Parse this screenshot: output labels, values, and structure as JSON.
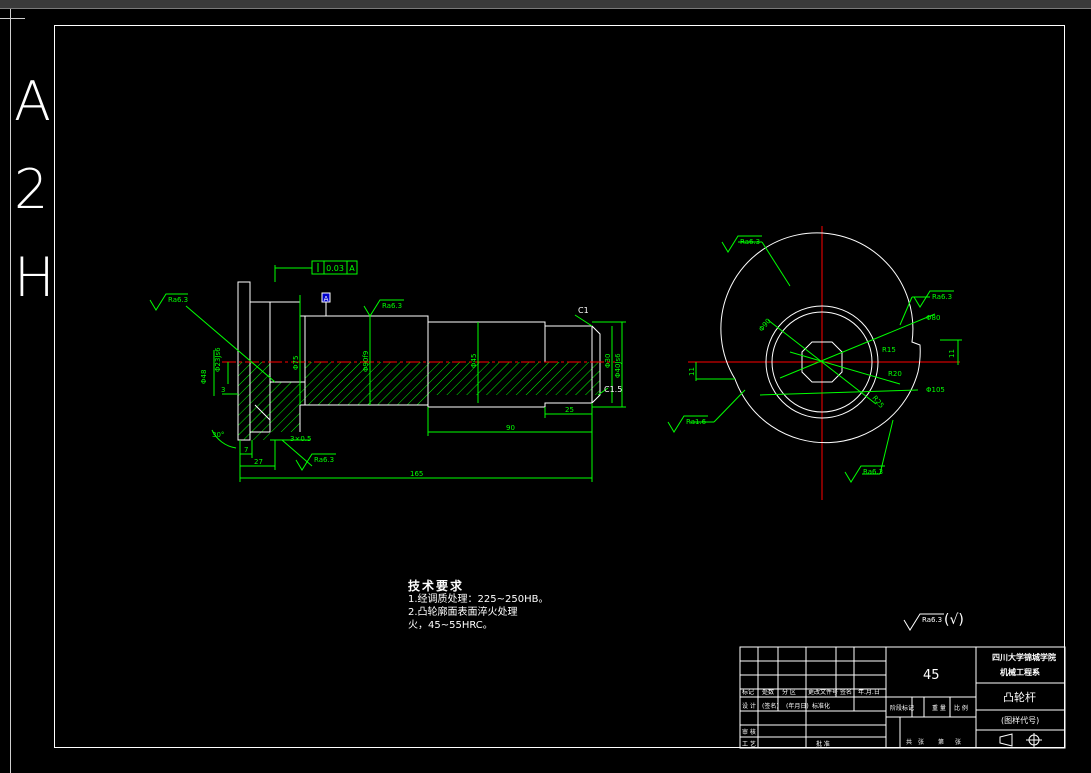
{
  "sheet": {
    "size_label": [
      "A",
      "2",
      "H"
    ]
  },
  "dims": {
    "left": {
      "tol_value": "0.03",
      "tol_datum": "A",
      "datum_label": "A",
      "chamfer_top": "C1",
      "chamfer_right": "C1.5",
      "ra_a": "Ra6.3",
      "ra_b": "Ra6.3",
      "ra_c": "Ra6.3",
      "d_left_small": "Φ23Js6",
      "d_left_2": "Φ48",
      "d_mid1": "Φ75",
      "d_mid2": "Φ90f9",
      "d_mid3": "Φ45",
      "d_right1": "Φ30",
      "d_right2": "Φ40Js6",
      "len_3": "3",
      "len_7": "7",
      "len_27": "27",
      "len_25": "25",
      "len_90": "90",
      "len_165": "165",
      "groove": "3×0.5",
      "angle": "30°"
    },
    "right": {
      "ra_top": "Ra6.3",
      "ra_right": "Ra6.3",
      "ra_left": "Ra1.6",
      "ra_bottom": "Ra6.3",
      "d_80": "Φ80",
      "d_90": "Φ90",
      "d_105": "Φ105",
      "r_15": "R15",
      "r_20": "R20",
      "r_25": "R25",
      "dim_11": "11",
      "dim_11b": "11"
    }
  },
  "general_ra": "Ra6.3",
  "general_ra_suffix": "(√)",
  "tech": {
    "title": "技术要求",
    "line1": "1.经调质处理：225~250HB。",
    "line2": "2.凸轮廓面表面淬火处理",
    "line3": "火，45~55HRC。"
  },
  "title_block": {
    "material": "45",
    "school_1": "四川大学锦城学院",
    "school_2": "机械工程系",
    "part_name": "凸轮杆",
    "drawing_no": "(图样代号)",
    "col_labels": [
      "标记",
      "处数",
      "分 区",
      "更改文件号",
      "签名",
      "年.月.日"
    ],
    "row2": [
      "设 计",
      "(签名)",
      "(年月日)",
      "标准化"
    ],
    "row3": [
      "审 核"
    ],
    "row4": [
      "工 艺",
      "批 准"
    ],
    "mark_labels": [
      "阶段标记",
      "重 量",
      "比 例"
    ],
    "sheet_labels": [
      "共",
      "张",
      "第",
      "张"
    ]
  },
  "colors": {
    "dim": "#00ff00",
    "outline": "#ffffff",
    "center": "#ff0000",
    "highlight": "#0000cc"
  }
}
